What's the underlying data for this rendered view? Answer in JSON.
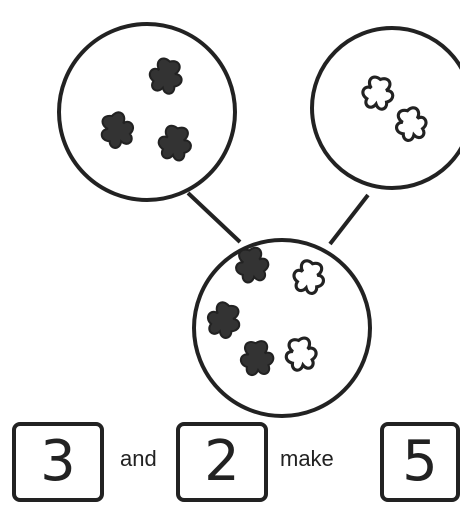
{
  "diagram": {
    "parts": [
      {
        "name": "part-left",
        "count": 3,
        "fill": "#333333"
      },
      {
        "name": "part-right",
        "count": 2,
        "fill": "#ffffff"
      }
    ],
    "whole": {
      "filled": 3,
      "outlined": 2
    },
    "icon": "flower-icon",
    "colors": {
      "stroke": "#222222",
      "filled": "#333333",
      "outline": "#ffffff"
    }
  },
  "equation": {
    "addend_1": "3",
    "word_and": "and",
    "addend_2": "2",
    "word_make": "make",
    "total": "5"
  }
}
